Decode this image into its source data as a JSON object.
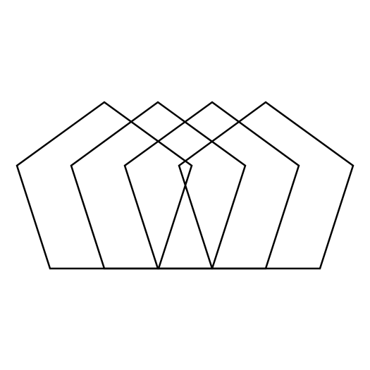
{
  "diagram": {
    "shape": "regular-pentagon",
    "count": 4,
    "stroke_color": "#000000",
    "fill": "none",
    "background": "#ffffff"
  }
}
